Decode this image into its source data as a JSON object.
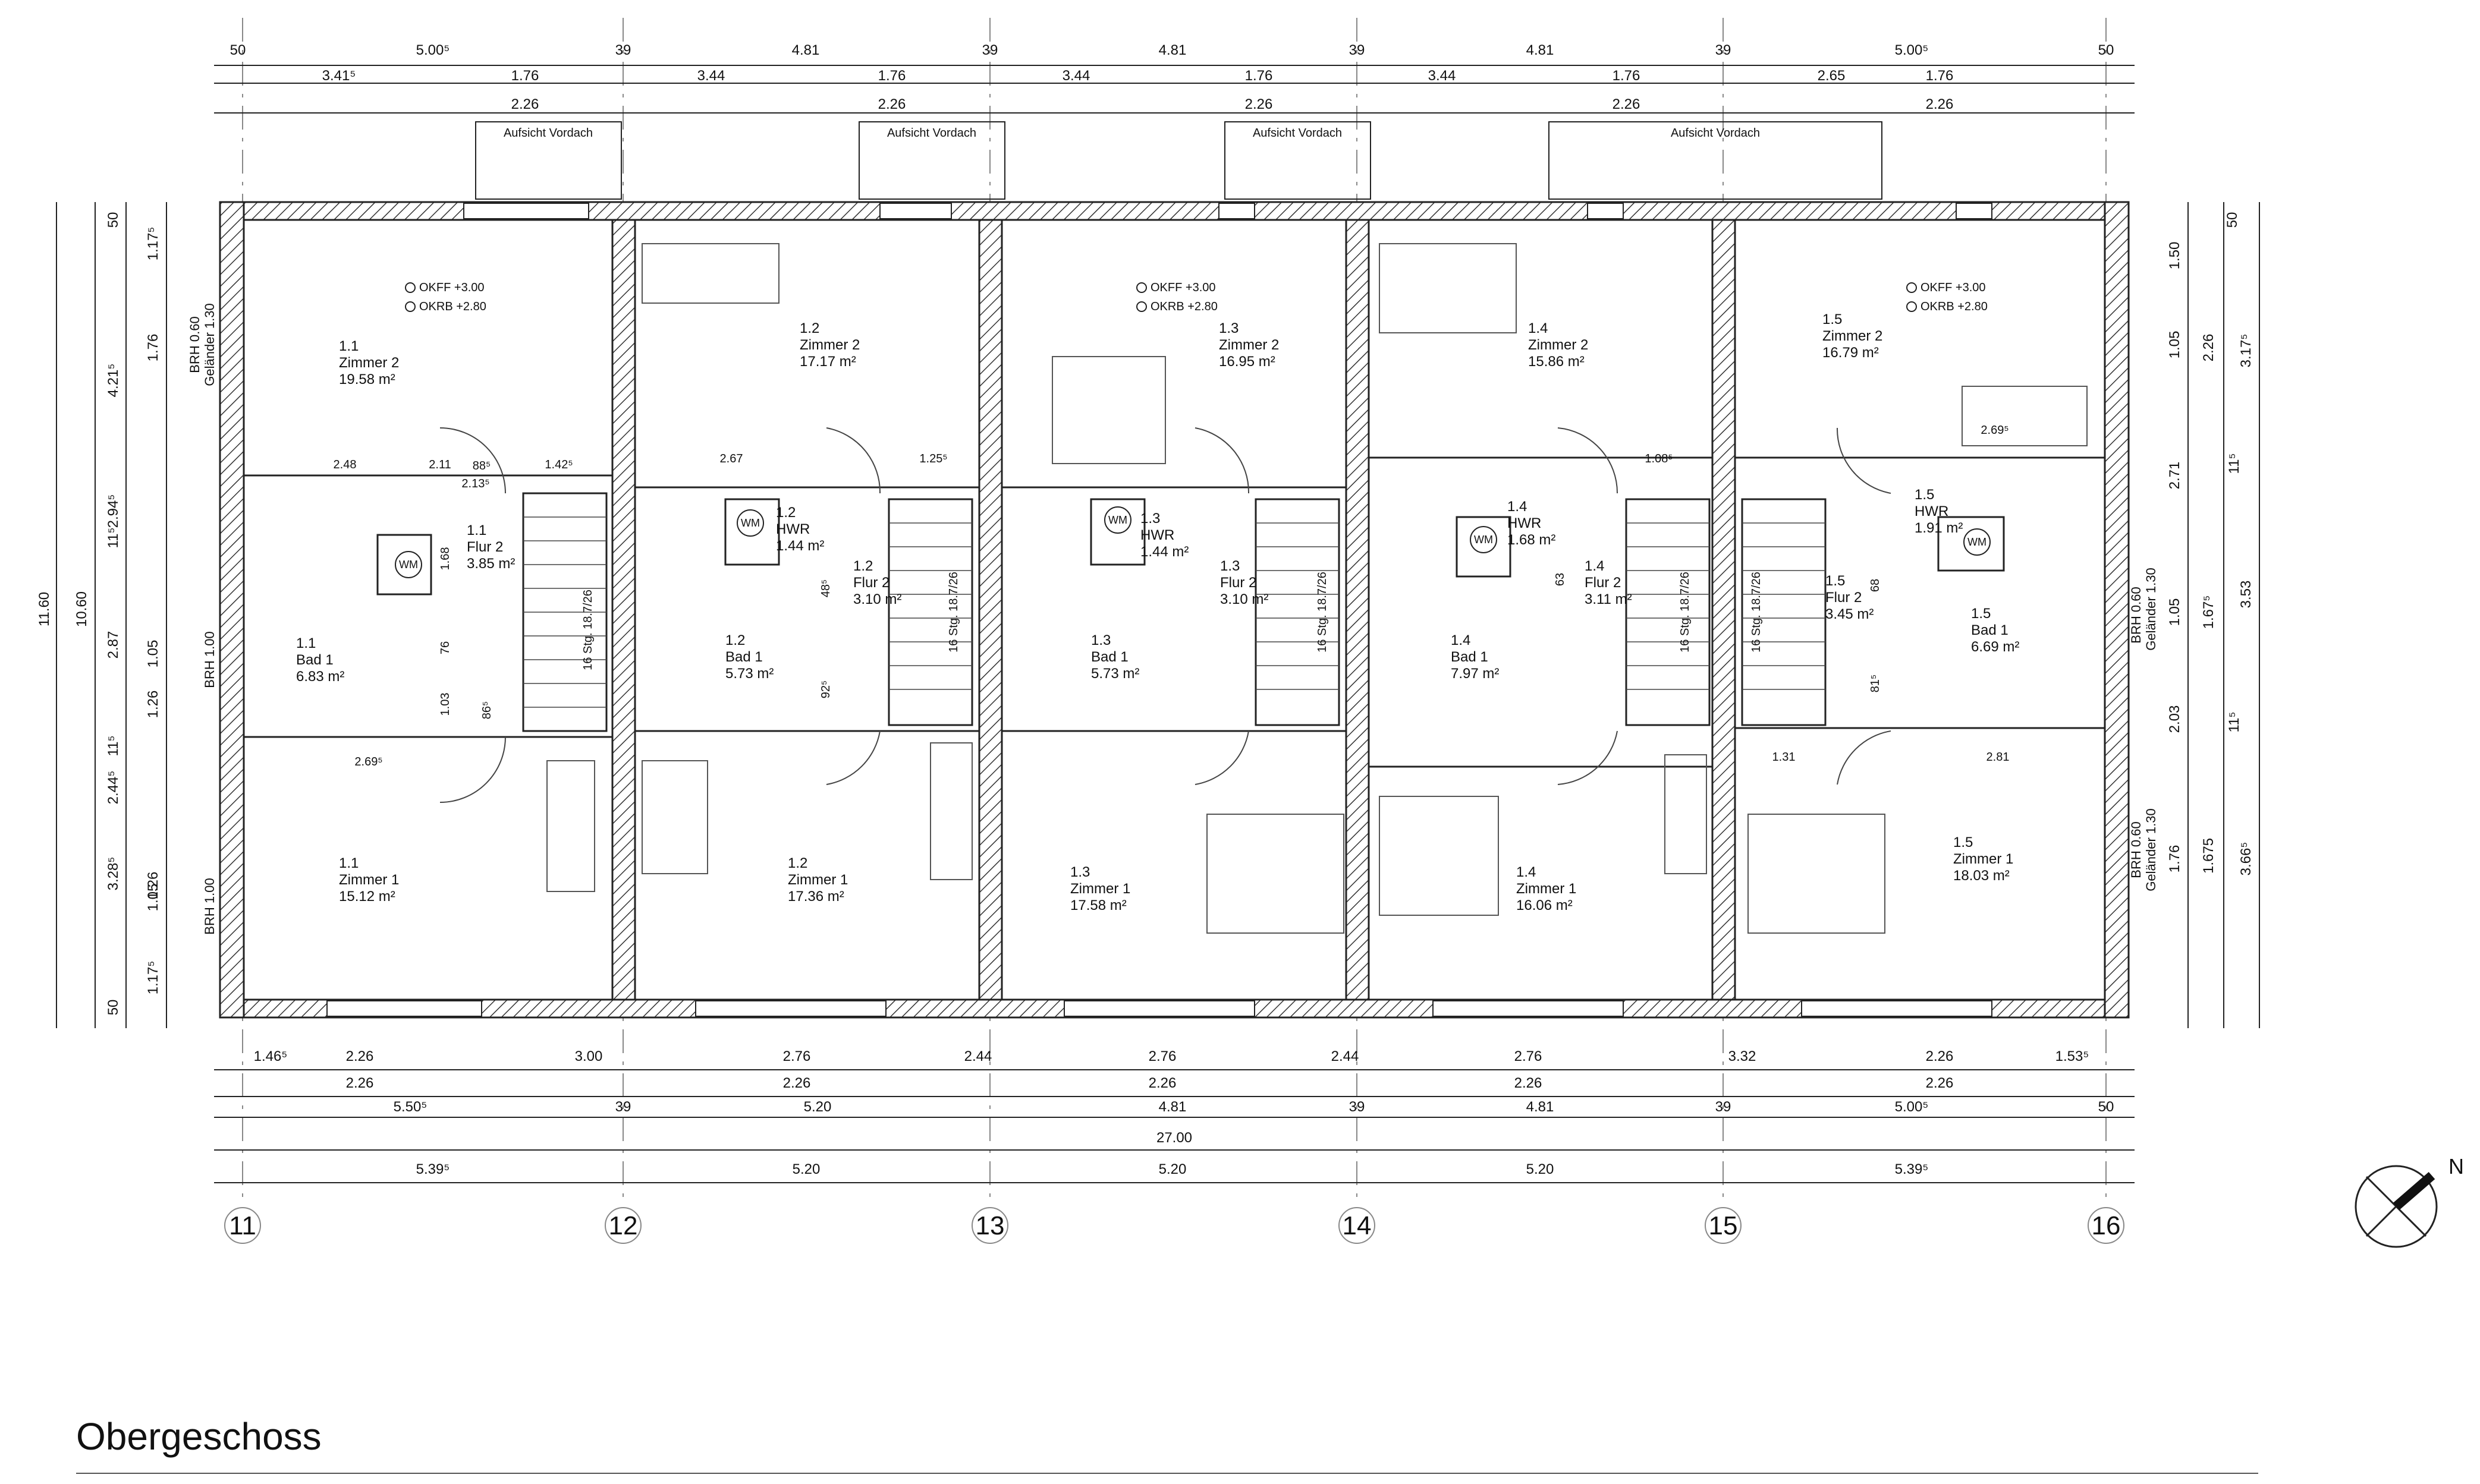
{
  "title": "Obergeschoss",
  "scale_note": "",
  "dims_top_row1": [
    "50",
    "5.00⁵",
    "39",
    "4.81",
    "39",
    "4.81",
    "39",
    "4.81",
    "39",
    "5.00⁵",
    "50"
  ],
  "dims_top_row2": [
    "3.41⁵",
    "1.76",
    "3.44",
    "1.76",
    "3.44",
    "1.76",
    "3.44",
    "1.76",
    "2.65",
    "1.76"
  ],
  "dims_top_row3": [
    "2.26",
    "2.26",
    "2.26",
    "2.26",
    "2.26"
  ],
  "canopy_label": "Aufsicht Vordach",
  "dims_bottom_row1": [
    "1.46⁵",
    "2.26",
    "3.00",
    "2.76",
    "2.44",
    "2.76",
    "2.44",
    "2.76",
    "3.32",
    "2.26",
    "1.53⁵"
  ],
  "dims_bottom_row2": [
    "2.26",
    "2.26",
    "2.26",
    "2.26",
    "2.26"
  ],
  "dims_bottom_row3": [
    "5.50⁵",
    "39",
    "5.20",
    "4.81",
    "39",
    "4.81",
    "39",
    "5.00⁵",
    "50"
  ],
  "dims_bottom_total": "27.00",
  "dims_bottom_row5": [
    "5.39⁵",
    "5.20",
    "5.20",
    "5.20",
    "5.39⁵"
  ],
  "axes": [
    "11",
    "12",
    "13",
    "14",
    "15",
    "16"
  ],
  "dims_left_outer": [
    "11.60",
    "10.60"
  ],
  "dims_left_col1": [
    "50",
    "4.21⁵",
    "2.94⁵",
    "2.87",
    "2.44⁵",
    "3.28⁵",
    "50"
  ],
  "dims_left_col2": [
    "1.17⁵",
    "1.76",
    "1.05",
    "1.26",
    "1.05",
    "1.26",
    "1.17⁵"
  ],
  "dims_left_small": [
    "11⁵",
    "11⁵"
  ],
  "dims_right": [
    "50",
    "1.50",
    "1.05",
    "2.26",
    "3.17⁵",
    "2.71",
    "1.05",
    "1.67⁵",
    "3.53",
    "2.03",
    "1.76",
    "1.675",
    "3.66⁵",
    "11⁵",
    "11⁵"
  ],
  "left_notes": [
    "BRH 0.60",
    "Geländer 1.30",
    "BRH 1.00",
    "BRH 1.00"
  ],
  "right_notes": [
    "BRH 0.60",
    "Geländer 1.30",
    "BRH 0.60",
    "Geländer 1.30"
  ],
  "level_marks": [
    "OKFF +3.00",
    "OKRB +2.80"
  ],
  "wm_label": "WM",
  "stair_label": "16 Stg. 18.7/26",
  "rooms": [
    {
      "num": "1.1",
      "name": "Zimmer 2",
      "area": "19.58 m²"
    },
    {
      "num": "1.1",
      "name": "Flur 2",
      "area": "3.85 m²"
    },
    {
      "num": "1.1",
      "name": "Bad 1",
      "area": "6.83 m²"
    },
    {
      "num": "1.1",
      "name": "Zimmer 1",
      "area": "15.12 m²"
    },
    {
      "num": "1.2",
      "name": "Zimmer 2",
      "area": "17.17 m²"
    },
    {
      "num": "1.2",
      "name": "HWR",
      "area": "1.44 m²"
    },
    {
      "num": "1.2",
      "name": "Flur 2",
      "area": "3.10 m²"
    },
    {
      "num": "1.2",
      "name": "Bad 1",
      "area": "5.73 m²"
    },
    {
      "num": "1.2",
      "name": "Zimmer 1",
      "area": "17.36 m²"
    },
    {
      "num": "1.3",
      "name": "Zimmer 2",
      "area": "16.95 m²"
    },
    {
      "num": "1.3",
      "name": "HWR",
      "area": "1.44 m²"
    },
    {
      "num": "1.3",
      "name": "Flur 2",
      "area": "3.10 m²"
    },
    {
      "num": "1.3",
      "name": "Bad 1",
      "area": "5.73 m²"
    },
    {
      "num": "1.3",
      "name": "Zimmer 1",
      "area": "17.58 m²"
    },
    {
      "num": "1.4",
      "name": "Zimmer 2",
      "area": "15.86 m²"
    },
    {
      "num": "1.4",
      "name": "HWR",
      "area": "1.68 m²"
    },
    {
      "num": "1.4",
      "name": "Flur 2",
      "area": "3.11 m²"
    },
    {
      "num": "1.4",
      "name": "Bad 1",
      "area": "7.97 m²"
    },
    {
      "num": "1.4",
      "name": "Zimmer 1",
      "area": "16.06 m²"
    },
    {
      "num": "1.5",
      "name": "Zimmer 2",
      "area": "16.79 m²"
    },
    {
      "num": "1.5",
      "name": "HWR",
      "area": "1.91 m²"
    },
    {
      "num": "1.5",
      "name": "Flur 2",
      "area": "3.45 m²"
    },
    {
      "num": "1.5",
      "name": "Bad 1",
      "area": "6.69 m²"
    },
    {
      "num": "1.5",
      "name": "Zimmer 1",
      "area": "18.03 m²"
    }
  ],
  "inner_dims": [
    "2.48",
    "2.11",
    "1.42⁵",
    "88⁵",
    "2.13⁵",
    "2.67",
    "1.25⁵",
    "2.69⁵",
    "2.81",
    "1.31",
    "1.08⁵",
    "1.68",
    "76",
    "1.03",
    "86⁵",
    "48⁵",
    "92⁵",
    "63",
    "81⁵",
    "68",
    "2.69⁵"
  ]
}
